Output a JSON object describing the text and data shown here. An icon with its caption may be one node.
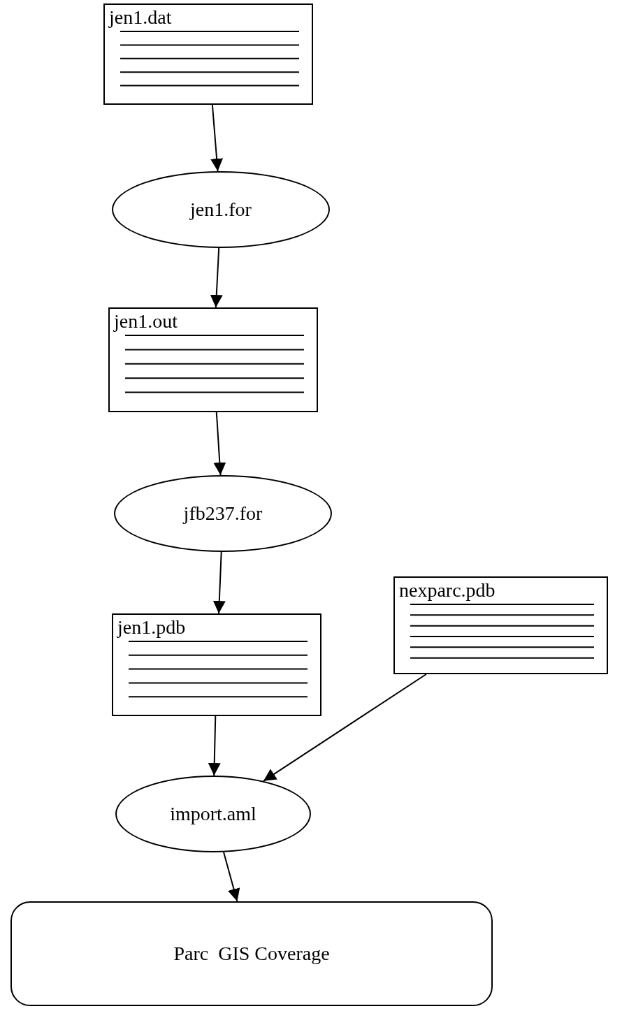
{
  "diagram": {
    "nodes": [
      {
        "text": [
          "jen1.dat"
        ]
      },
      {
        "text": [
          "jen1.for"
        ]
      },
      {
        "text": [
          "jen1.out"
        ]
      },
      {
        "text": [
          "jfb237.for"
        ]
      },
      {
        "text": [
          "jen1.pdb"
        ]
      },
      {
        "text": [
          "nexparc.pdb"
        ]
      },
      {
        "text": [
          "import.aml"
        ]
      },
      {
        "text": [
          "Parc  GIS Coverage"
        ]
      }
    ],
    "edges": [
      {
        "from": 0,
        "to": 1,
        "arrow": "to"
      },
      {
        "from": 1,
        "to": 2,
        "arrow": "to"
      },
      {
        "from": 2,
        "to": 3,
        "arrow": "to"
      },
      {
        "from": 3,
        "to": 4,
        "arrow": "to"
      },
      {
        "from": 4,
        "to": 6,
        "arrow": "to"
      },
      {
        "from": 5,
        "to": 6,
        "arrow": "to"
      },
      {
        "from": 6,
        "to": 7,
        "arrow": "to"
      }
    ]
  }
}
